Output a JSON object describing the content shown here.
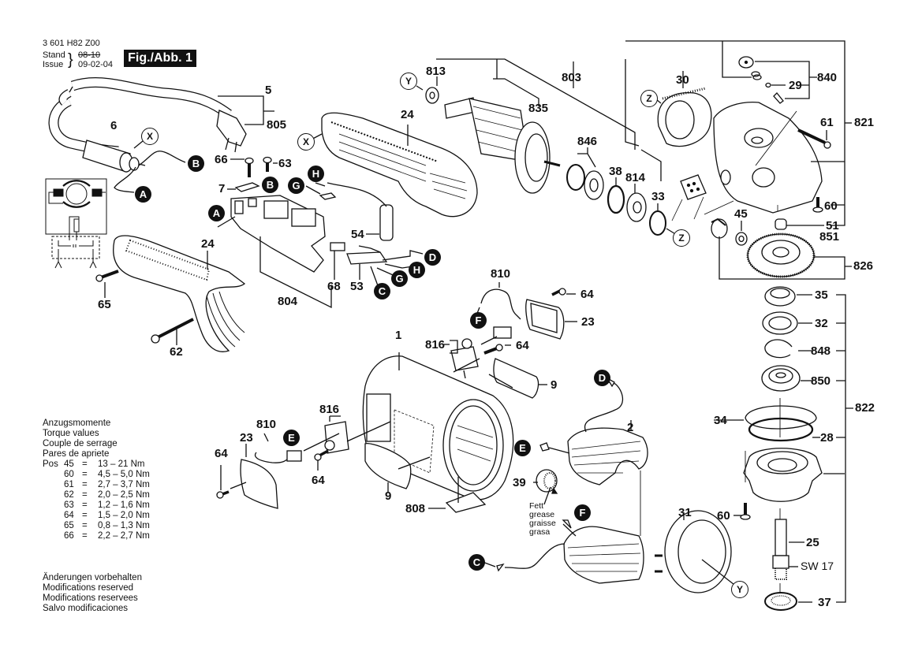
{
  "header": {
    "part_number": "3 601 H82 Z00",
    "stand_label": "Stand",
    "issue_label": "Issue",
    "stand_date_struck": "08-10",
    "issue_date": "09-02-04",
    "figure_label": "Fig./Abb. 1"
  },
  "torque": {
    "titles": [
      "Anzugsmomente",
      "Torque values",
      "Couple de serrage",
      "Pares de apriete"
    ],
    "pos_label": "Pos",
    "rows": [
      {
        "pos": "45",
        "eq": "=",
        "value": "13  – 21 Nm"
      },
      {
        "pos": "60",
        "eq": "=",
        "value": "4,5 – 5,0 Nm"
      },
      {
        "pos": "61",
        "eq": "=",
        "value": "2,7 – 3,7 Nm"
      },
      {
        "pos": "62",
        "eq": "=",
        "value": "2,0 – 2,5 Nm"
      },
      {
        "pos": "63",
        "eq": "=",
        "value": "1,2 – 1,6 Nm"
      },
      {
        "pos": "64",
        "eq": "=",
        "value": "1,5 – 2,0 Nm"
      },
      {
        "pos": "65",
        "eq": "=",
        "value": "0,8 – 1,3 Nm"
      },
      {
        "pos": "66",
        "eq": "=",
        "value": "2,2 – 2,7 Nm"
      }
    ]
  },
  "modifications": [
    "Änderungen vorbehalten",
    "Modifications reserved",
    "Modifications reservees",
    "Salvo modificaciones"
  ],
  "grease_note": [
    "Fett",
    "grease",
    "graisse",
    "grasa"
  ],
  "wrench_size": "SW 17",
  "part_labels": {
    "p5": "5",
    "p805": "805",
    "p6": "6",
    "p66": "66",
    "p63": "63",
    "p7": "7",
    "p24a": "24",
    "p24b": "24",
    "p65": "65",
    "p62": "62",
    "p54": "54",
    "p68": "68",
    "p53": "53",
    "p804": "804",
    "p813": "813",
    "p835": "835",
    "p803": "803",
    "p846": "846",
    "p38": "38",
    "p814": "814",
    "p33": "33",
    "p30": "30",
    "p840": "840",
    "p29": "29",
    "p61": "61",
    "p821": "821",
    "p60a": "60",
    "p51": "51",
    "p851": "851",
    "p45": "45",
    "p826": "826",
    "p35": "35",
    "p32": "32",
    "p848": "848",
    "p850": "850",
    "p822": "822",
    "p34": "34",
    "p28": "28",
    "p60b": "60",
    "p25": "25",
    "p37": "37",
    "p810a": "810",
    "p64a": "64",
    "p23a": "23",
    "p816a": "816",
    "p64b": "64",
    "p1": "1",
    "p9a": "9",
    "p816b": "816",
    "p810b": "810",
    "p23b": "23",
    "p64c": "64",
    "p64d": "64",
    "p9b": "9",
    "p808": "808",
    "p2": "2",
    "p39": "39",
    "p31": "31"
  },
  "connectors": {
    "A": "A",
    "B": "B",
    "C": "C",
    "D": "D",
    "E": "E",
    "F": "F",
    "G": "G",
    "H": "H",
    "X": "X",
    "Y": "Y",
    "Z": "Z"
  }
}
